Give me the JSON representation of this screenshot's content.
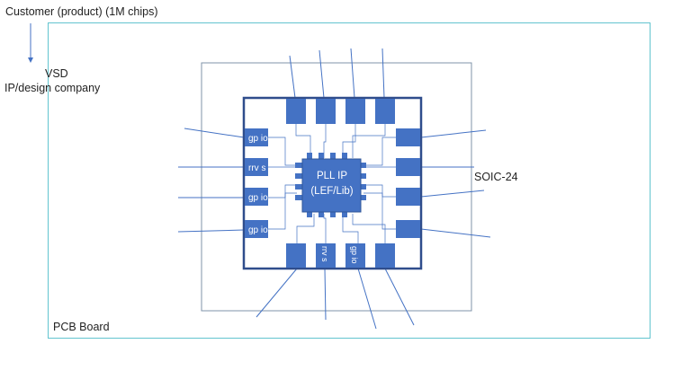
{
  "labels": {
    "customer": "Customer (product) (1M chips)",
    "vsd_line1": "VSD",
    "vsd_line2": "IP/design company",
    "soic": "SOIC-24",
    "pcb": "PCB Board"
  },
  "core": {
    "line1": "PLL IP",
    "line2": "(LEF/Lib)"
  },
  "io_pads": {
    "left": [
      "gp io",
      "rrv s",
      "gp io",
      "gp io"
    ],
    "bottom": [
      "",
      "rrv s",
      "gp io",
      ""
    ]
  },
  "colors": {
    "pad_fill": "#4472c4",
    "package_border": "#2f4d8c",
    "pcb_border": "#62c4cf",
    "lines": "#4472c4"
  }
}
